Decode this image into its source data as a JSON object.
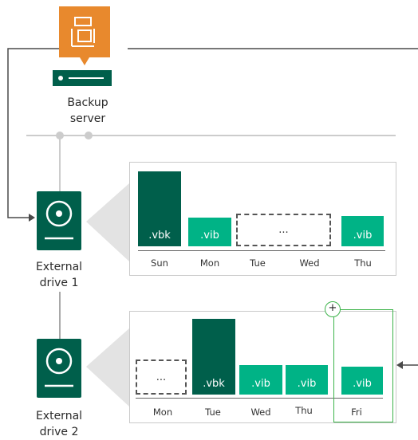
{
  "server": {
    "label_line1": "Backup",
    "label_line2": "server"
  },
  "drive1": {
    "label_line1": "External",
    "label_line2": "drive 1",
    "blocks": [
      {
        "text": ".vbk",
        "kind": "full"
      },
      {
        "text": ".vib",
        "kind": "increment"
      },
      {
        "text": "...",
        "kind": "placeholder"
      },
      {
        "text": ".vib",
        "kind": "increment"
      }
    ],
    "days": [
      "Sun",
      "Mon",
      "Tue",
      "Wed",
      "Thu"
    ]
  },
  "drive2": {
    "label_line1": "External",
    "label_line2": "drive 2",
    "blocks": [
      {
        "text": "...",
        "kind": "placeholder"
      },
      {
        "text": ".vbk",
        "kind": "full"
      },
      {
        "text": ".vib",
        "kind": "increment"
      },
      {
        "text": ".vib",
        "kind": "increment"
      },
      {
        "text": ".vib",
        "kind": "new-increment"
      }
    ],
    "days": [
      "Mon",
      "Tue",
      "Wed",
      "Thu",
      "Fri"
    ]
  },
  "add_badge": "+",
  "colors": {
    "full": "#005f4b",
    "increment": "#00b386",
    "server": "#e8892d",
    "highlight": "#3cb34a"
  },
  "icons": {
    "server": "backup-server-icon",
    "drive": "external-drive-icon"
  }
}
